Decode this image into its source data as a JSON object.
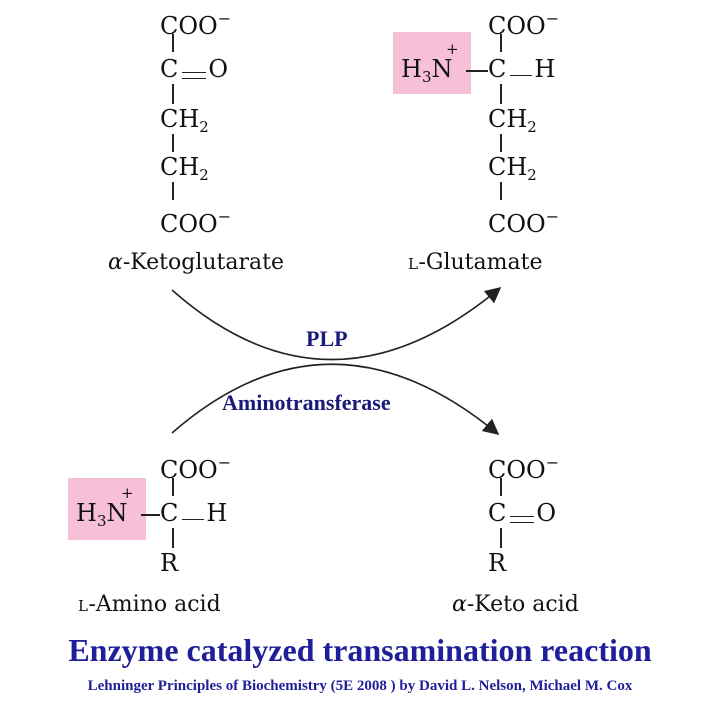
{
  "molecules": {
    "ketoglutarate": {
      "name_prefix": "α",
      "name_rest": "-Ketoglutarate",
      "rows": [
        "COO",
        "C",
        "CH",
        "CH",
        "COO"
      ],
      "double_bond_atom": "O"
    },
    "glutamate": {
      "name_prefix": "L",
      "name_rest": "-Glutamate",
      "amine": "H",
      "amine_sub": "3",
      "amine_n": "N",
      "amine_charge": "+",
      "side_h": "H",
      "rows": [
        "COO",
        "C",
        "CH",
        "CH",
        "COO"
      ]
    },
    "amino_acid": {
      "name_prefix": "L",
      "name_rest": "-Amino acid",
      "amine": "H",
      "amine_sub": "3",
      "amine_n": "N",
      "amine_charge": "+",
      "side_h": "H",
      "rows": [
        "COO",
        "C",
        "R"
      ]
    },
    "keto_acid": {
      "name_prefix": "α",
      "name_rest": "-Keto acid",
      "rows": [
        "COO",
        "C",
        "R"
      ],
      "double_bond_atom": "O"
    }
  },
  "labels": {
    "charge_minus": "−",
    "sub_2": "2",
    "plp": "PLP",
    "enzyme": "Aminotransferase"
  },
  "caption": {
    "title": "Enzyme catalyzed transamination reaction",
    "citation": "Lehninger Principles of Biochemistry (5E 2008 ) by David L. Nelson, Michael M. Cox"
  },
  "colors": {
    "highlight": "#f7bfd8",
    "caption": "#1f1f9a",
    "arrow_label": "#1a1a78"
  }
}
